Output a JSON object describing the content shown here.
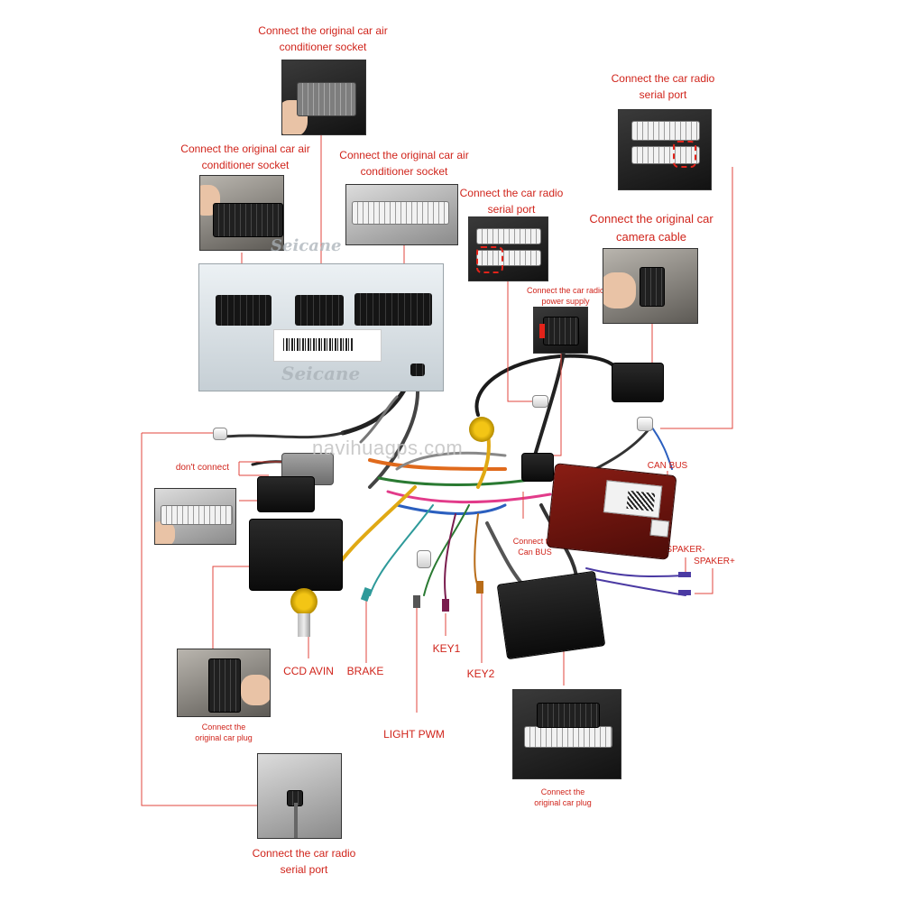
{
  "labels": {
    "ac_socket_top": [
      "Connect the original car air",
      "conditioner socket"
    ],
    "ac_socket_left": [
      "Connect the original car air",
      "conditioner socket"
    ],
    "ac_socket_mid": [
      "Connect the original car air",
      "conditioner socket"
    ],
    "radio_serial_top_right": [
      "Connect the car radio",
      "serial port"
    ],
    "radio_serial_mid": [
      "Connect the car radio",
      "serial port"
    ],
    "camera_cable": [
      "Connect the original car",
      "camera cable"
    ],
    "radio_power": [
      "Connect the car radio",
      "power supply"
    ],
    "dont_connect": "don't connect",
    "can_bus": "CAN BUS",
    "connect_can_bus": [
      "Connect the",
      "Can BUS"
    ],
    "speaker_minus": "SPAKER-",
    "speaker_plus": "SPAKER+",
    "ccd_avin": "CCD AVIN",
    "brake": "BRAKE",
    "key1": "KEY1",
    "key2": "KEY2",
    "light_pwm": "LIGHT PWM",
    "car_plug_left": [
      "Connect the",
      "original car plug"
    ],
    "car_plug_right": [
      "Connect the",
      "original car plug"
    ],
    "radio_serial_bottom": [
      "Connect the car radio",
      "serial port"
    ]
  },
  "brand": "Seicane",
  "watermark": "navihuagps.com",
  "colors": {
    "accent": "#d0241b",
    "leader": "#e0463c"
  }
}
